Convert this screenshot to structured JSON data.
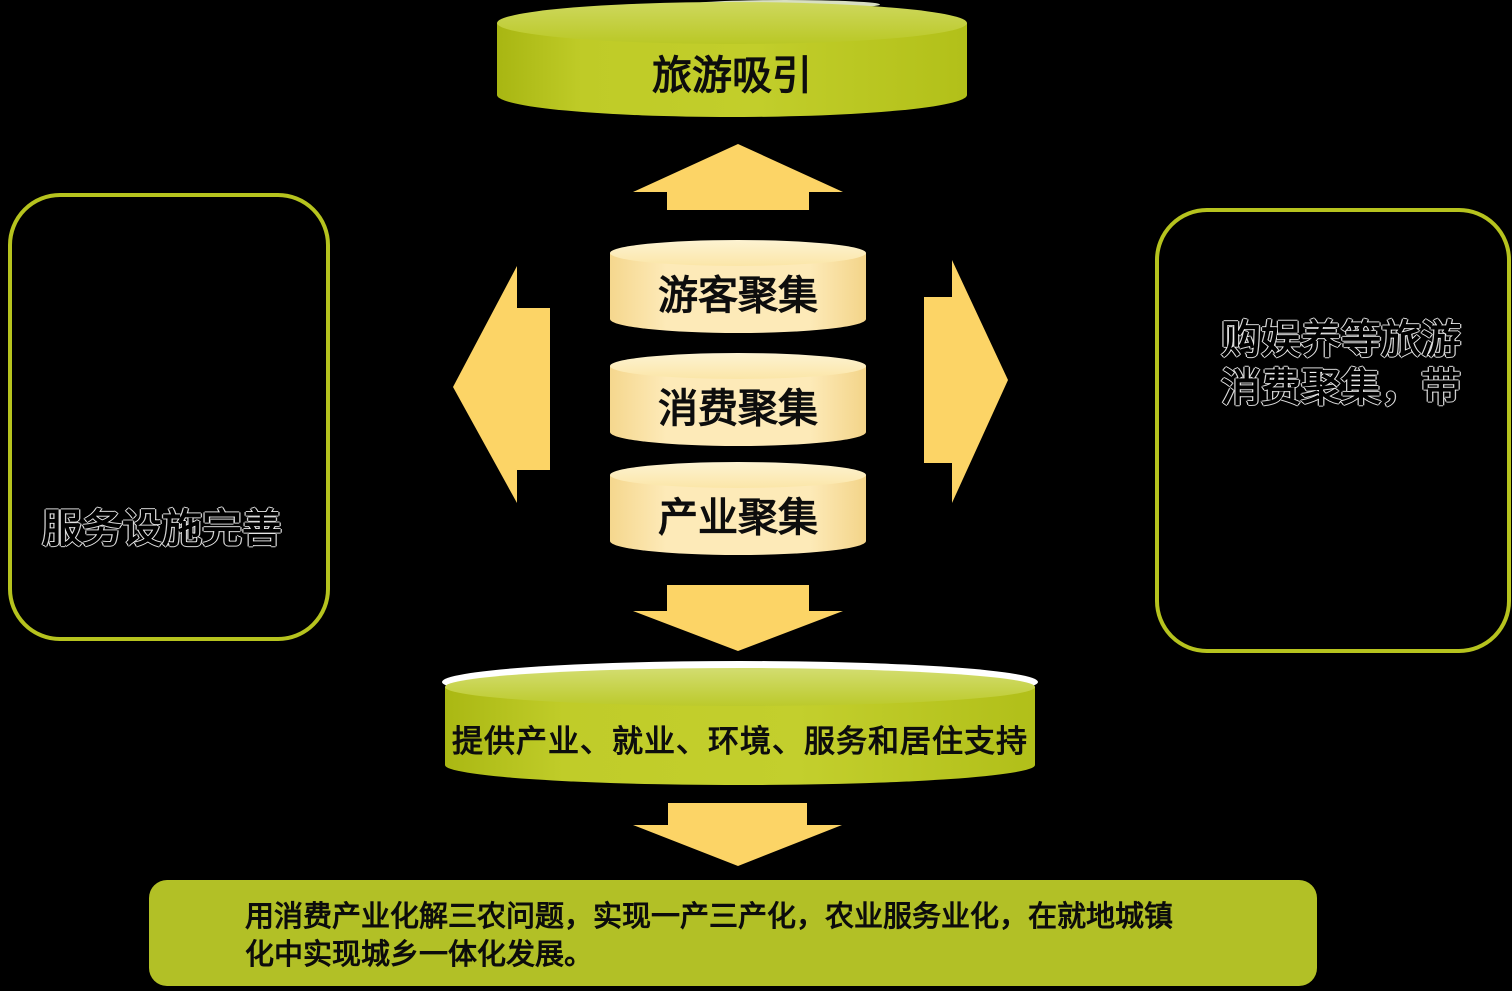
{
  "diagram": {
    "title_hint": "tourism-driven consumption agglomeration flow diagram",
    "top_cylinder": {
      "label": "旅游吸引"
    },
    "center_stack": {
      "items": [
        {
          "label": "游客聚集"
        },
        {
          "label": "消费聚集"
        },
        {
          "label": "产业聚集"
        }
      ]
    },
    "left_box": {
      "label": "服务设施完善"
    },
    "right_box": {
      "line1": "购娱养等旅游",
      "line2": "消费聚集，带"
    },
    "support_cylinder": {
      "label": "提供产业、就业、环境、服务和居住支持"
    },
    "bottom_box": {
      "text": "用消费产业化解三农问题，实现一产三产化，农业服务业化，在就地城镇化中实现城乡一体化发展。"
    }
  },
  "colors": {
    "background": "#000000",
    "green_main": "#b5c220",
    "green_light": "#ced85e",
    "cream_main": "#fce7ae",
    "cream_light": "#fdf3d2",
    "arrow_yellow": "#fcd466",
    "box_border": "#b6c31e",
    "text": "#0d0d0d"
  }
}
